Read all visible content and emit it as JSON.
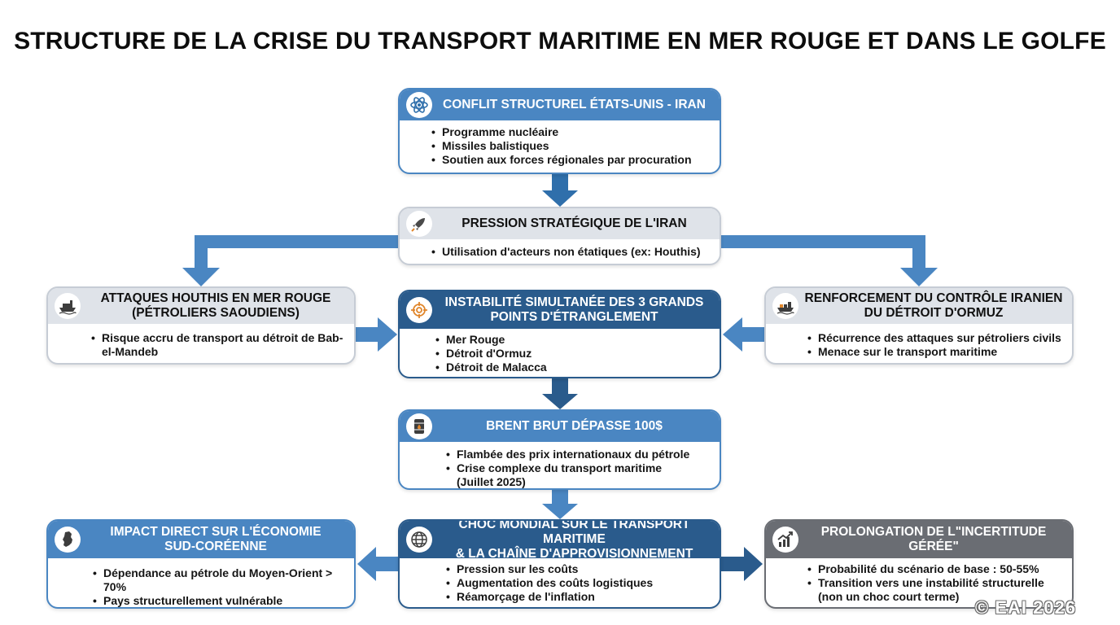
{
  "title": "STRUCTURE DE LA CRISE DU TRANSPORT MARITIME EN MER ROUGE ET DANS LE GOLFE",
  "colors": {
    "blue": "#4a86c2",
    "navy": "#2a5b8c",
    "light_gray": "#dfe3e9",
    "dark_gray": "#6a6d73"
  },
  "nodes": {
    "conflict": {
      "icon": "atom-icon",
      "title": "CONFLIT STRUCTUREL ÉTATS-UNIS - IRAN",
      "bullets": [
        "Programme nucléaire",
        "Missiles balistiques",
        "Soutien aux forces régionales par procuration"
      ]
    },
    "pressure": {
      "icon": "missile-icon",
      "title": "PRESSION STRATÉGIQUE DE L'IRAN",
      "bullets": [
        "Utilisation d'acteurs non étatiques (ex: Houthis)"
      ]
    },
    "houthi": {
      "icon": "tanker-ship-icon",
      "title_l1": "ATTAQUES HOUTHIS EN MER ROUGE",
      "title_l2": "(PÉTROLIERS SAOUDIENS)",
      "bullets": [
        "Risque accru de transport au détroit de Bab-el-Mandeb"
      ]
    },
    "instability": {
      "icon": "crosshair-icon",
      "title_l1": "INSTABILITÉ SIMULTANÉE DES 3 GRANDS",
      "title_l2": "POINTS D'ÉTRANGLEMENT",
      "bullets": [
        "Mer Rouge",
        "Détroit d'Ormuz",
        "Détroit de Malacca"
      ]
    },
    "hormuz": {
      "icon": "cargo-ship-icon",
      "title_l1": "RENFORCEMENT DU CONTRÔLE IRANIEN",
      "title_l2": "DU DÉTROIT D'ORMUZ",
      "bullets": [
        "Récurrence des attaques sur pétroliers civils",
        "Menace sur le transport maritime"
      ]
    },
    "brent": {
      "icon": "oil-barrel-icon",
      "title": "BRENT BRUT DÉPASSE 100$",
      "bullets": [
        "Flambée des prix internationaux du pétrole",
        "Crise complexe du transport maritime (Juillet 2025)"
      ]
    },
    "korea": {
      "icon": "korea-map-icon",
      "title_l1": "IMPACT DIRECT SUR L'ÉCONOMIE",
      "title_l2": "SUD-CORÉENNE",
      "bullets": [
        "Dépendance au pétrole du Moyen-Orient > 70%",
        "Pays structurellement vulnérable"
      ]
    },
    "shock": {
      "icon": "globe-icon",
      "title_l1": "CHOC MONDIAL SUR LE TRANSPORT MARITIME",
      "title_l2": "& LA CHAÎNE D'APPROVISIONNEMENT",
      "bullets": [
        "Pression sur les coûts",
        "Augmentation des coûts logistiques",
        "Réamorçage de l'inflation"
      ]
    },
    "prolong": {
      "icon": "trend-chart-icon",
      "title_l1": "PROLONGATION DE L\"INCERTITUDE",
      "title_l2": "GÉRÉE\"",
      "bullets": [
        "Probabilité du scénario de base : 50-55%",
        "Transition vers une instabilité structurelle (non un choc court terme)"
      ]
    }
  },
  "copyright": "© EAI 2026"
}
